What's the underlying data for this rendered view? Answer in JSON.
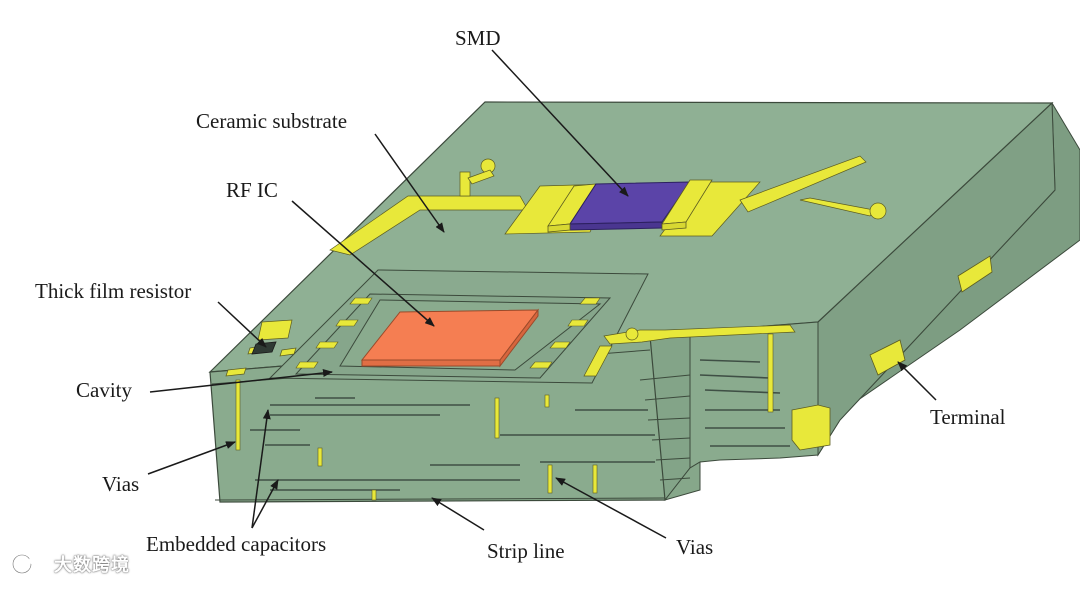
{
  "labels": {
    "smd": "SMD",
    "ceramic_substrate": "Ceramic substrate",
    "rf_ic": "RF IC",
    "thick_film_resistor": "Thick film resistor",
    "cavity": "Cavity",
    "vias_left": "Vias",
    "embedded_capacitors": "Embedded capacitors",
    "strip_line": "Strip line",
    "vias_bottom": "Vias",
    "terminal": "Terminal"
  },
  "watermark": {
    "text": "大数跨境"
  },
  "colors": {
    "substrate_top": "#8fb094",
    "substrate_front": "#8aab8e",
    "substrate_side": "#7f9f84",
    "conductor": "#e8e83a",
    "smd": "#5b44a8",
    "rf_ic": "#f57e52",
    "outline": "#3c4a3c",
    "internal_line": "#3f4f45"
  }
}
